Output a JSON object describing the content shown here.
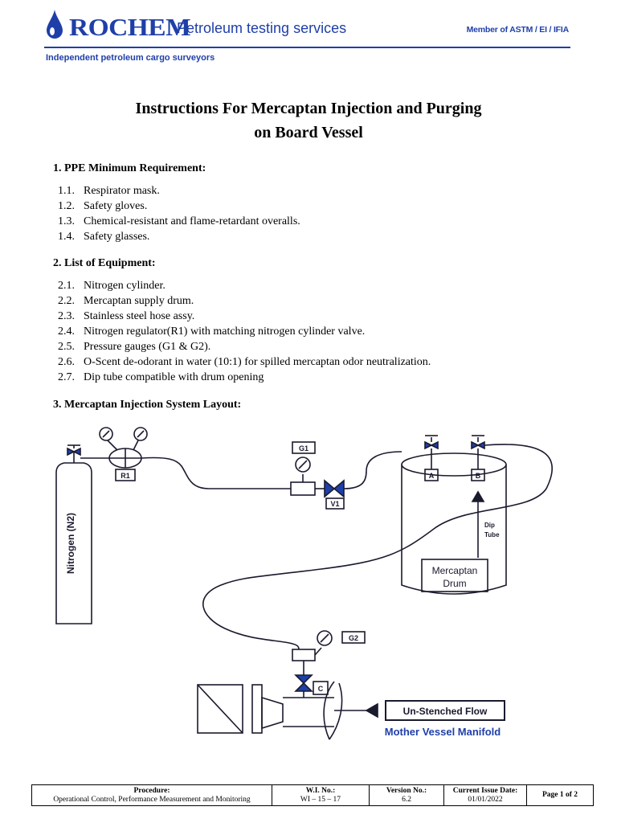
{
  "header": {
    "logo": "ROCHEM",
    "tagline": "Petroleum testing services",
    "member": "Member of ASTM / EI / IFIA",
    "subtagline": "Independent petroleum cargo surveyors",
    "brand_color": "#1f3fa8"
  },
  "title": {
    "line1": "Instructions For Mercaptan Injection and Purging",
    "line2": "on Board Vessel"
  },
  "sections": {
    "ppe": {
      "heading": "1.   PPE Minimum Requirement:",
      "items": [
        {
          "num": "1.1.",
          "text": "Respirator mask."
        },
        {
          "num": "1.2.",
          "text": "Safety gloves."
        },
        {
          "num": "1.3.",
          "text": "Chemical-resistant and flame-retardant overalls."
        },
        {
          "num": "1.4.",
          "text": "Safety glasses."
        }
      ]
    },
    "equipment": {
      "heading": "2.   List of Equipment:",
      "items": [
        {
          "num": "2.1.",
          "text": "Nitrogen cylinder."
        },
        {
          "num": "2.2.",
          "text": "Mercaptan supply drum."
        },
        {
          "num": "2.3.",
          "text": "Stainless steel hose assy."
        },
        {
          "num": "2.4.",
          "text": "Nitrogen regulator(R1) with matching nitrogen cylinder valve."
        },
        {
          "num": "2.5.",
          "text": "Pressure gauges (G1 & G2)."
        },
        {
          "num": "2.6.",
          "text": "O-Scent de-odorant in water (10:1) for spilled mercaptan odor neutralization."
        },
        {
          "num": "2.7.",
          "text": "Dip tube compatible with drum opening"
        }
      ]
    },
    "layout": {
      "heading": "3.   Mercaptan Injection System Layout:"
    }
  },
  "diagram": {
    "nitrogen_label": "Nitrogen (N2)",
    "r1": "R1",
    "g1": "G1",
    "v1": "V1",
    "a": "A",
    "b": "B",
    "dip_tube_1": "Dip",
    "dip_tube_2": "Tube",
    "drum_1": "Mercaptan",
    "drum_2": "Drum",
    "g2": "G2",
    "c": "C",
    "unstenched": "Un-Stenched Flow",
    "manifold": "Mother Vessel Manifold"
  },
  "footer": {
    "procedure_label": "Procedure:",
    "procedure_value": "Operational Control, Performance Measurement and Monitoring",
    "wi_label": "W.I. No.:",
    "wi_value": "WI – 15 – 17",
    "version_label": "Version No.:",
    "version_value": "6.2",
    "issue_label": "Current Issue Date:",
    "issue_value": "01/01/2022",
    "page": "Page 1 of 2"
  }
}
